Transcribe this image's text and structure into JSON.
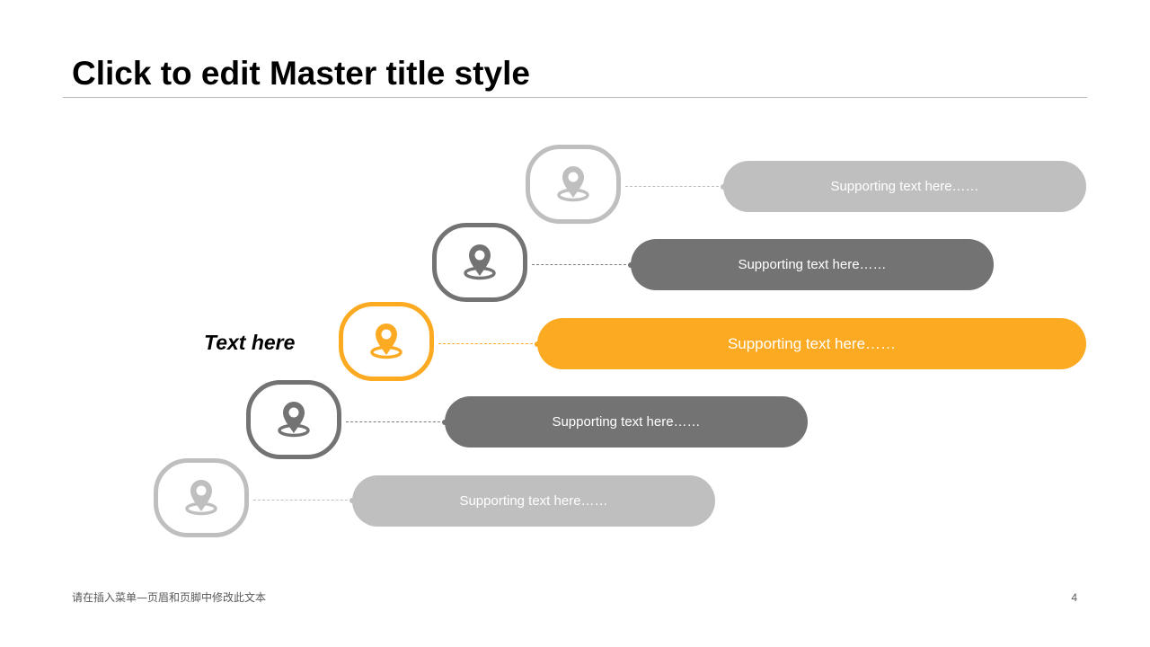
{
  "slide": {
    "title": "Click to edit Master title style",
    "highlight_label": "Text here",
    "footer_text": "请在插入菜单—页眉和页脚中修改此文本",
    "page_number": "4"
  },
  "colors": {
    "accent": "#fbaa22",
    "dark_gray": "#737373",
    "light_gray": "#bfbfbf",
    "title_text": "#000000",
    "footer_text": "#595959"
  },
  "steps": [
    {
      "icon": "location-pin-icon",
      "text": "Supporting text here……",
      "color": "#bfbfbf"
    },
    {
      "icon": "location-pin-icon",
      "text": "Supporting text here……",
      "color": "#737373"
    },
    {
      "icon": "location-pin-icon",
      "text": "Supporting text here……",
      "color": "#fbaa22"
    },
    {
      "icon": "location-pin-icon",
      "text": "Supporting text here……",
      "color": "#737373"
    },
    {
      "icon": "location-pin-icon",
      "text": "Supporting text here……",
      "color": "#bfbfbf"
    }
  ]
}
